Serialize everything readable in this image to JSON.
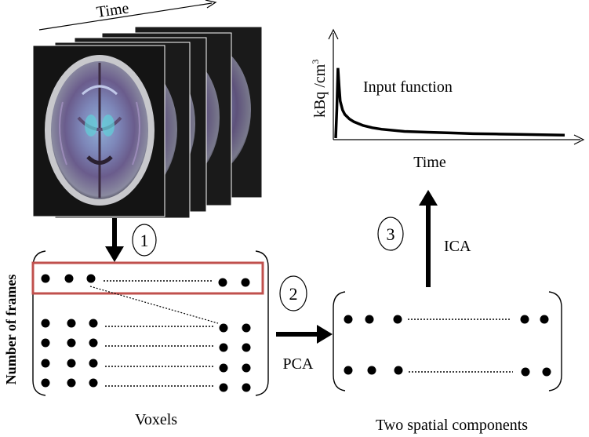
{
  "labels": {
    "time_top": "Time",
    "number_of_frames": "Number of frames",
    "voxels": "Voxels",
    "two_spatial_components": "Two spatial components",
    "pca": "PCA",
    "ica": "ICA",
    "input_function": "Input function",
    "chart_y": "kBq /cm",
    "chart_y_sup": "3",
    "chart_x": "Time"
  },
  "steps": [
    "1",
    "2",
    "3"
  ],
  "image": {
    "kind": "stacked-brain-mri-frames",
    "frame_count": 5
  },
  "colors": {
    "highlight_box": "#c0504d",
    "ink": "#000000"
  },
  "chart_data": {
    "type": "line",
    "title": "",
    "xlabel": "Time",
    "ylabel": "kBq /cm3",
    "series": [
      {
        "name": "Input function",
        "x": [
          0,
          0.5,
          1.0,
          1.5,
          2.0,
          3.0,
          4.0,
          6.0,
          8.0,
          12.0,
          16.0,
          20.0,
          30.0,
          40.0,
          50.0,
          60.0,
          70.0,
          80.0,
          90.0,
          100.0
        ],
        "y": [
          0,
          40,
          95,
          70,
          50,
          38,
          32,
          26,
          22,
          17,
          14,
          12,
          9,
          8,
          7,
          6,
          5.5,
          5,
          4.5,
          4
        ]
      }
    ],
    "xlim": [
      0,
      100
    ],
    "ylim": [
      0,
      100
    ],
    "grid": false,
    "legend": "none"
  }
}
